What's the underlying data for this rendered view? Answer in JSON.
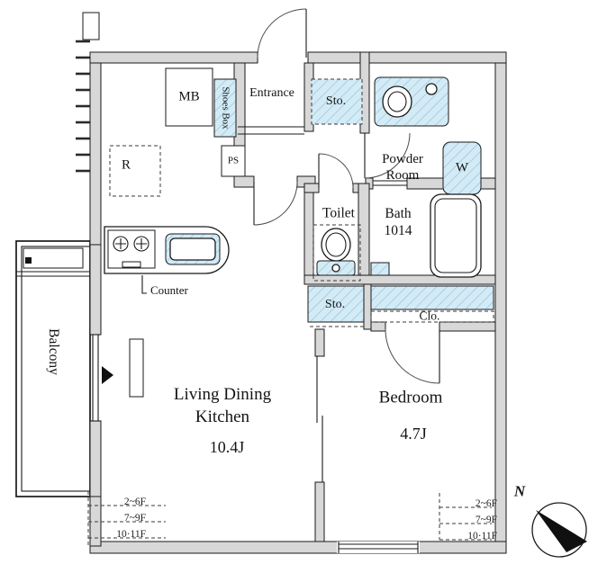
{
  "colors": {
    "wall": "#d8d8d8",
    "line": "#1a1a1a",
    "blue": "#d4ebf6",
    "blue_hatch": "#8fc6de",
    "paper": "#ffffff"
  },
  "labels": {
    "mb": "MB",
    "shoes_box": "Shoes Box",
    "entrance": "Entrance",
    "sto_top": "Sto.",
    "powder_room_1": "Powder",
    "powder_room_2": "Room",
    "washer": "W",
    "fridge": "R",
    "ps": "PS",
    "toilet": "Toilet",
    "bath_1": "Bath",
    "bath_2": "1014",
    "counter": "Counter",
    "sto_mid": "Sto.",
    "closet": "Clo.",
    "balcony": "Balcony",
    "ldk_1": "Living Dining",
    "ldk_2": "Kitchen",
    "ldk_size": "10.4J",
    "bedroom": "Bedroom",
    "bedroom_size": "4.7J",
    "north": "N"
  },
  "floor_steps": {
    "left": [
      "2~6F",
      "7~9F",
      "10·11F"
    ],
    "right": [
      "2~6F",
      "7~9F",
      "10·11F"
    ]
  }
}
